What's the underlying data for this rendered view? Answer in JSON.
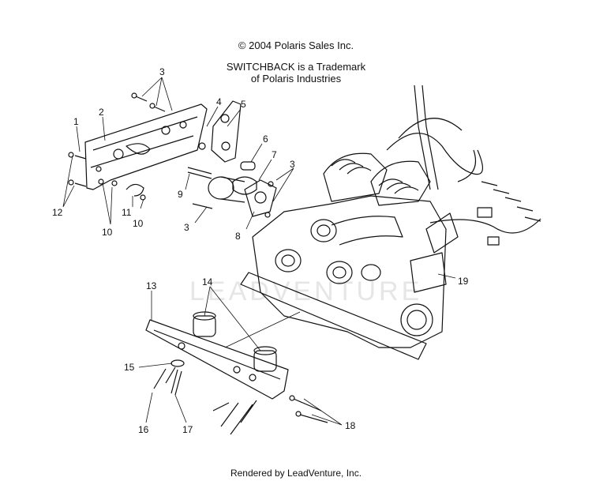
{
  "header": {
    "copyright": "© 2004 Polaris Sales Inc.",
    "trademark_line1": "SWITCHBACK is a Trademark",
    "trademark_line2": "of Polaris Industries"
  },
  "watermark": "LEADVENTURE",
  "callouts": [
    "1",
    "2",
    "3",
    "4",
    "5",
    "6",
    "7",
    "3",
    "9",
    "11",
    "10",
    "12",
    "10",
    "3",
    "8",
    "13",
    "14",
    "19",
    "15",
    "16",
    "17",
    "18"
  ],
  "footer": "Rendered by LeadVenture, Inc."
}
